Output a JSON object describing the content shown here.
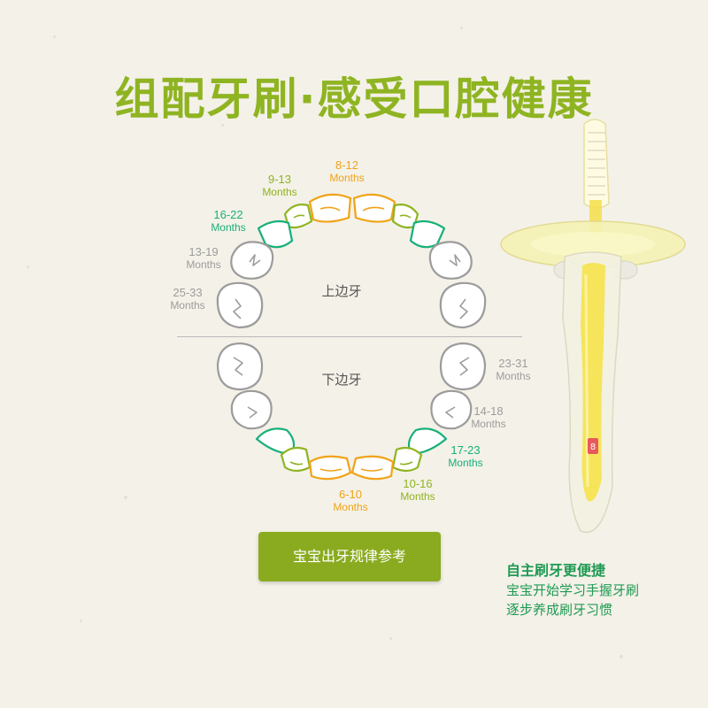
{
  "title": "组配牙刷·感受口腔健康",
  "upper_label": "上边牙",
  "lower_label": "下边牙",
  "reference_button": "宝宝出牙规律参考",
  "slogan": {
    "headline": "自主刷牙更便捷",
    "line1": "宝宝开始学习手握牙刷",
    "line2": "逐步养成刷牙习惯"
  },
  "brush_handle_mark": "8",
  "teeth_labels": {
    "upper_front": {
      "range": "8-12",
      "unit": "Months"
    },
    "upper_lateral": {
      "range": "9-13",
      "unit": "Months"
    },
    "upper_canine": {
      "range": "16-22",
      "unit": "Months"
    },
    "upper_first_molar": {
      "range": "13-19",
      "unit": "Months"
    },
    "upper_second_molar": {
      "range": "25-33",
      "unit": "Months"
    },
    "lower_second_molar": {
      "range": "23-31",
      "unit": "Months"
    },
    "lower_first_molar": {
      "range": "14-18",
      "unit": "Months"
    },
    "lower_canine": {
      "range": "17-23",
      "unit": "Months"
    },
    "lower_lateral": {
      "range": "10-16",
      "unit": "Months"
    },
    "lower_front": {
      "range": "6-10",
      "unit": "Months"
    }
  },
  "colors": {
    "title": "#8fb422",
    "incisor_central": "#f0a318",
    "incisor_lateral": "#8fb422",
    "canine": "#18b07a",
    "molar": "#9c9c9c",
    "button": "#8aab1f",
    "slogan": "#1f9a53"
  }
}
